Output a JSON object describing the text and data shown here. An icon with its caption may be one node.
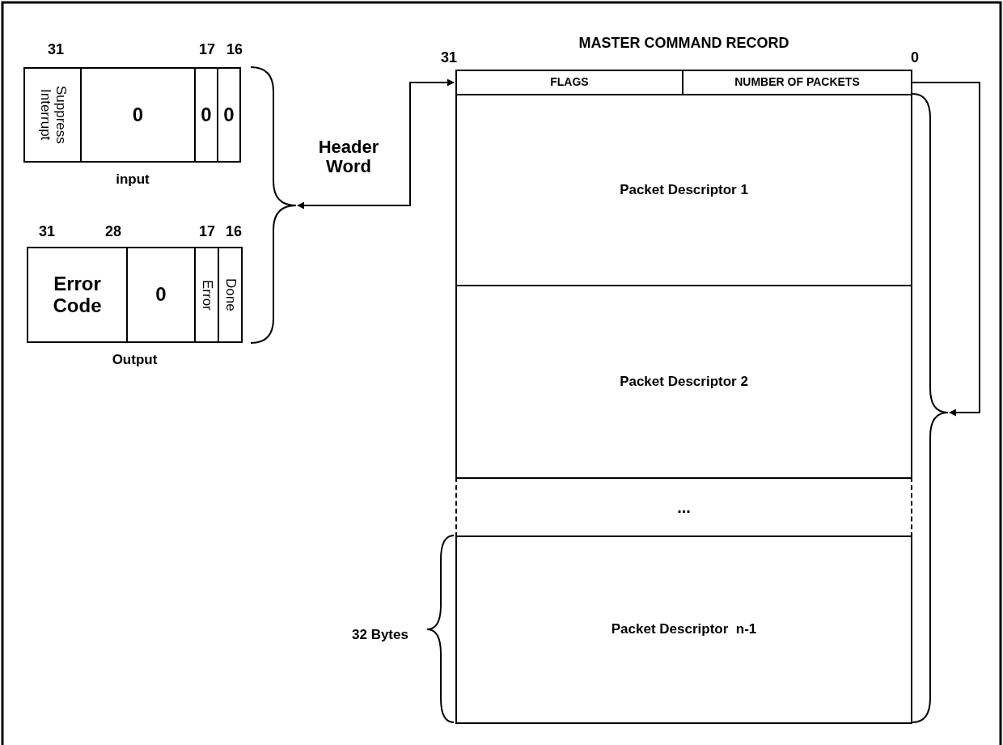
{
  "diagram": {
    "nodes": [
      {
        "text": [
          "input"
        ]
      },
      {
        "text": [
          "Suppress Interrupt"
        ],
        "in": 0
      },
      {
        "text": [
          "0"
        ],
        "in": 0
      },
      {
        "text": [
          "0"
        ],
        "in": 0
      },
      {
        "text": [
          "0"
        ],
        "in": 0
      },
      {
        "text": [
          "Output"
        ]
      },
      {
        "text": [
          "Error Code"
        ],
        "in": 5
      },
      {
        "text": [
          "0"
        ],
        "in": 5
      },
      {
        "text": [
          "Error"
        ],
        "in": 5
      },
      {
        "text": [
          "Done"
        ],
        "in": 5
      },
      {
        "text": [
          "MASTER COMMAND RECORD"
        ]
      },
      {
        "text": [
          "FLAGS"
        ],
        "in": 10
      },
      {
        "text": [
          "NUMBER OF PACKETS"
        ],
        "in": 10
      },
      {
        "text": [
          "Packet Descriptor 1"
        ],
        "in": 10
      },
      {
        "text": [
          "Packet Descriptor 2"
        ],
        "in": 10
      },
      {
        "text": [
          "..."
        ],
        "in": 10
      },
      {
        "text": [
          "Packet Descriptor  n-1"
        ],
        "in": 10
      },
      {
        "text": [],
        "shape": "brace"
      },
      {
        "text": [],
        "shape": "brace"
      }
    ],
    "edges": [
      {
        "from": 17,
        "to": 11,
        "arrow": "both",
        "label": "Header Word"
      },
      {
        "from": 12,
        "to": 18,
        "arrow": "to"
      }
    ],
    "labels": [
      "31",
      "17",
      "16",
      "31",
      "28",
      "17",
      "16",
      "31",
      "0",
      "32 Bytes"
    ]
  }
}
